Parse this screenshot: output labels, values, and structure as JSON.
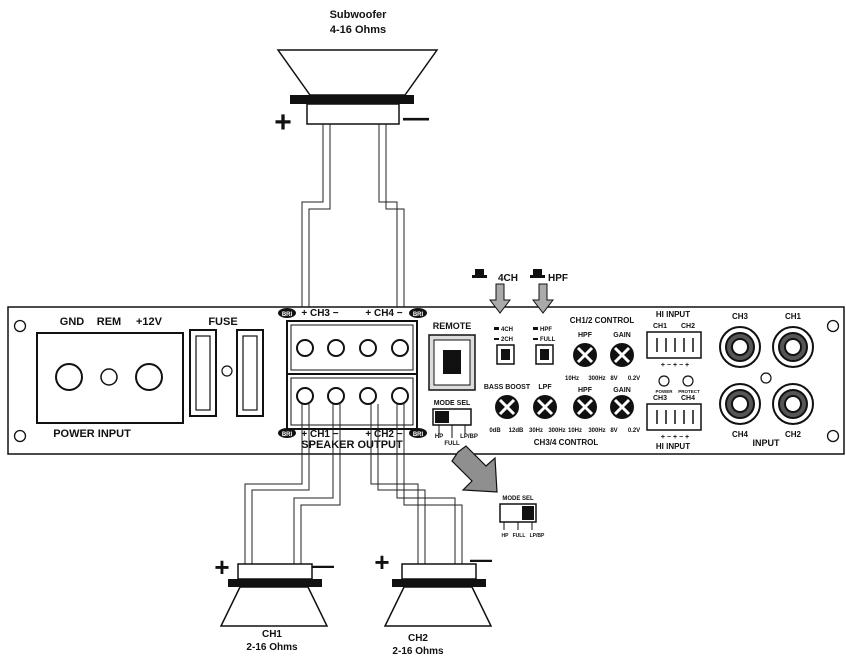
{
  "subwoofer": {
    "title": "Subwoofer",
    "impedance": "4-16 Ohms",
    "plus": "+",
    "minus": "—"
  },
  "ch1_speaker": {
    "title": "CH1",
    "impedance": "2-16 Ohms",
    "plus": "+",
    "minus": "—"
  },
  "ch2_speaker": {
    "title": "CH2",
    "impedance": "2-16 Ohms",
    "plus": "+",
    "minus": "—"
  },
  "power": {
    "gnd": "GND",
    "rem": "REM",
    "v12": "+12V",
    "label": "POWER INPUT"
  },
  "fuse": {
    "label": "FUSE"
  },
  "speaker_output": {
    "bri": "BRI",
    "ch3": "+ CH3 −",
    "ch4": "+ CH4 −",
    "ch1": "+ CH1 −",
    "ch2": "+ CH2 −",
    "label": "SPEAKER OUTPUT"
  },
  "remote": {
    "label": "REMOTE"
  },
  "mode_sel": {
    "label": "MODE SEL",
    "hp": "HP",
    "full": "FULL",
    "lpbp": "LP/BP"
  },
  "mode_sel_inset": {
    "label": "MODE SEL",
    "hp": "HP",
    "full": "FULL",
    "lpbp": "LP/BP"
  },
  "switch_callouts": {
    "four_ch": "4CH",
    "hpf": "HPF"
  },
  "switches": {
    "four_ch": "4CH",
    "two_ch": "2CH",
    "hpf": "HPF",
    "full": "FULL"
  },
  "ch12_control": {
    "label": "CH1/2 CONTROL",
    "hpf": "HPF",
    "gain": "GAIN",
    "hpf_min": "10Hz",
    "hpf_max": "300Hz",
    "gain_min": "8V",
    "gain_max": "0.2V"
  },
  "ch34_control": {
    "label": "CH3/4 CONTROL",
    "bass_boost": "BASS BOOST",
    "lpf": "LPF",
    "hpf": "HPF",
    "gain": "GAIN",
    "bb_min": "0dB",
    "bb_max": "12dB",
    "lpf_min": "30Hz",
    "lpf_max": "300Hz",
    "hpf_min": "10Hz",
    "hpf_max": "300Hz",
    "gain_min": "8V",
    "gain_max": "0.2V"
  },
  "hi_input": {
    "top_label": "HI INPUT",
    "top_ch1": "CH1",
    "top_ch2": "CH2",
    "top_pins": "+  −  +  −  +",
    "bottom_label": "HI INPUT",
    "bottom_ch3": "CH3",
    "bottom_ch4": "CH4",
    "bottom_pins": "+  −  +  −  +"
  },
  "leds": {
    "power": "POWER",
    "protect": "PROTECT"
  },
  "rca": {
    "ch3": "CH3",
    "ch1": "CH1",
    "ch4": "CH4",
    "ch2": "CH2",
    "label": "INPUT"
  }
}
